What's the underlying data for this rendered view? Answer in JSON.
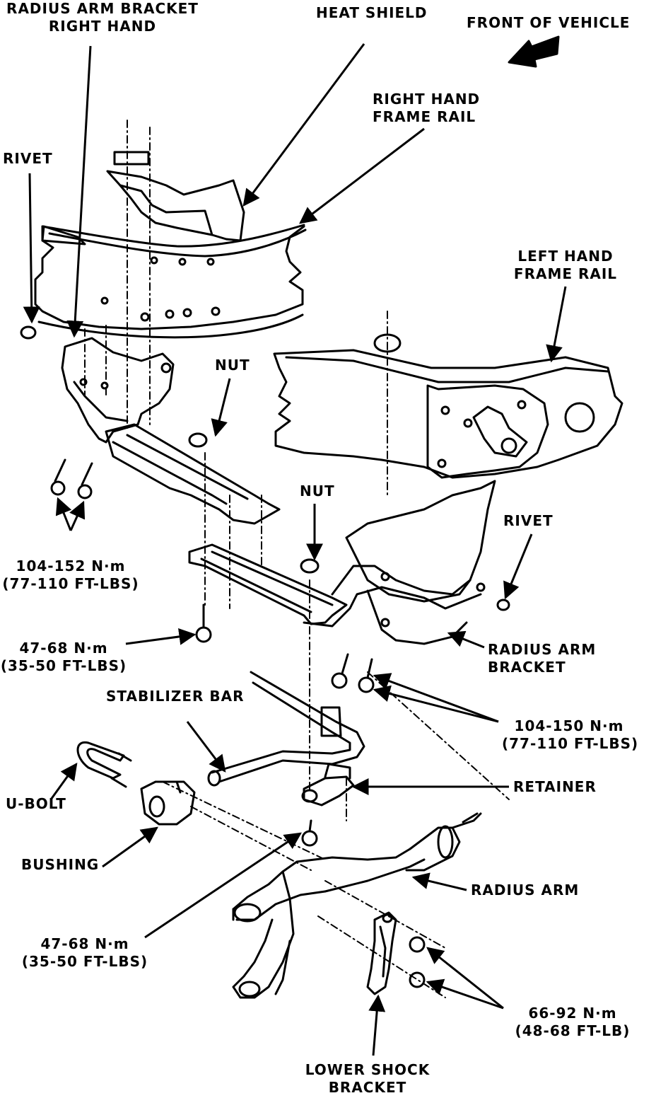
{
  "labels": {
    "radius_arm_bracket_rh": [
      "RADIUS ARM BRACKET",
      "RIGHT HAND"
    ],
    "heat_shield": "HEAT SHIELD",
    "front_of_vehicle": "FRONT OF VEHICLE",
    "rh_frame_rail": [
      "RIGHT HAND",
      "FRAME RAIL"
    ],
    "rivet_left": "RIVET",
    "lh_frame_rail": [
      "LEFT HAND",
      "FRAME RAIL"
    ],
    "nut_upper": "NUT",
    "nut_lower": "NUT",
    "rivet_right": "RIVET",
    "torque_104_152": [
      "104-152 N·m",
      "(77-110 FT-LBS)"
    ],
    "torque_47_68_upper": [
      "47-68 N·m",
      "(35-50 FT-LBS)"
    ],
    "radius_arm_bracket": [
      "RADIUS ARM",
      "BRACKET"
    ],
    "stabilizer_bar": "STABILIZER BAR",
    "torque_104_150": [
      "104-150 N·m",
      "(77-110 FT-LBS)"
    ],
    "u_bolt": "U-BOLT",
    "retainer": "RETAINER",
    "bushing": "BUSHING",
    "radius_arm": "RADIUS ARM",
    "torque_47_68_lower": [
      "47-68 N·m",
      "(35-50 FT-LBS)"
    ],
    "torque_66_92": [
      "66-92 N·m",
      "(48-68 FT-LB)"
    ],
    "lower_shock_bracket": [
      "LOWER SHOCK",
      "BRACKET"
    ]
  },
  "colors": {
    "ink": "#000000",
    "paper": "#ffffff"
  }
}
